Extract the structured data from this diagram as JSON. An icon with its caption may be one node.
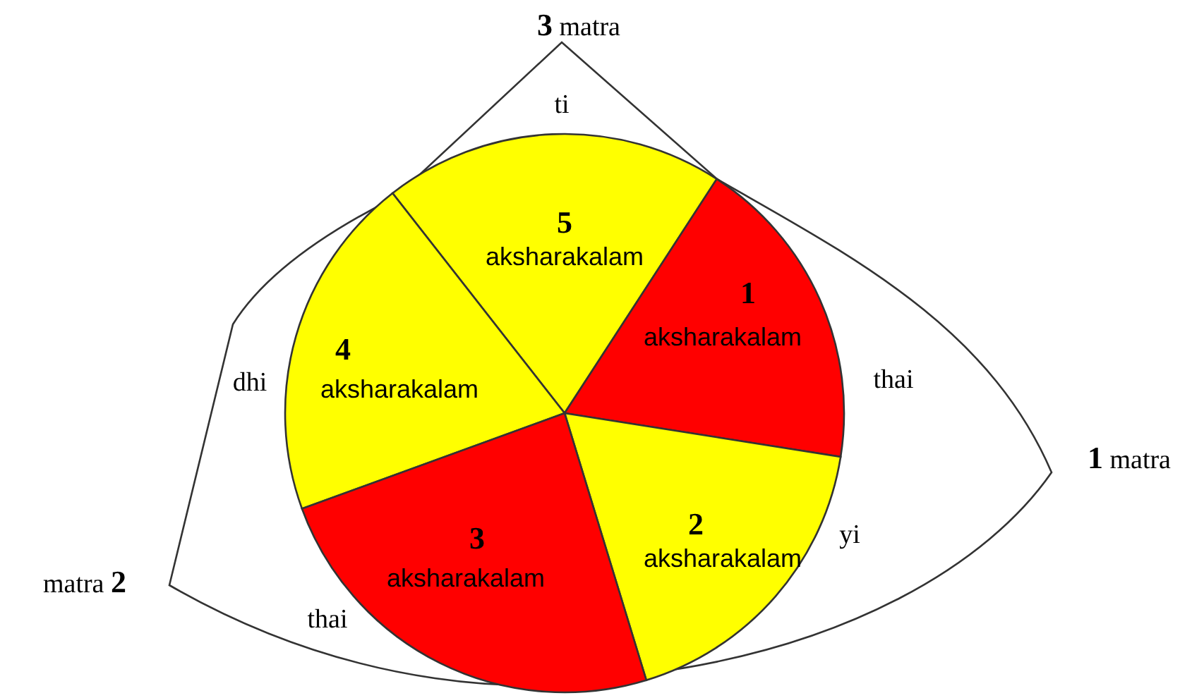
{
  "diagram": {
    "nodes": [
      {
        "text": [
          "5",
          "aksharakalam"
        ]
      },
      {
        "text": [
          "1",
          "aksharakalam"
        ]
      },
      {
        "text": [
          "4",
          "aksharakalam"
        ]
      },
      {
        "text": [
          "2",
          "aksharakalam"
        ]
      },
      {
        "text": [
          "3",
          "aksharakalam"
        ]
      }
    ],
    "edges": [],
    "labels": [
      "**3** matra",
      "ti",
      "dhi",
      "thai",
      "**1** matra",
      "yi",
      "matra **2**",
      "thai"
    ]
  }
}
